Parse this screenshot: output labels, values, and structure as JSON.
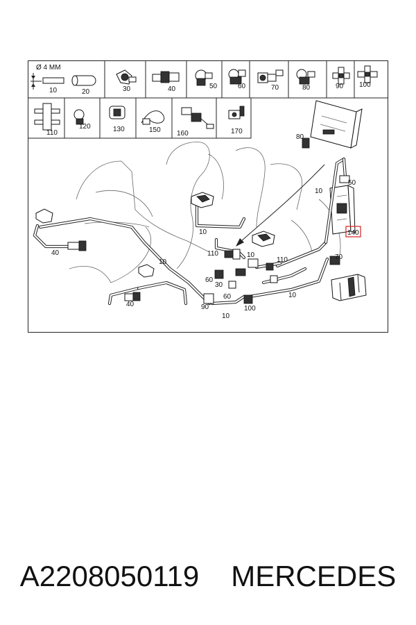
{
  "diagram": {
    "diameter_label": "Ø 4 MM",
    "header_row1": [
      "10",
      "20",
      "30",
      "40",
      "50",
      "60",
      "70",
      "80",
      "90",
      "100"
    ],
    "header_row2": [
      "110",
      "120",
      "130",
      "150",
      "160",
      "170"
    ],
    "callouts": {
      "part_80": "80",
      "part_50": "50",
      "part_140": "140",
      "tube_10_right": "10",
      "tube_10_center": "10",
      "tube_10_mid": "10",
      "tube_10_left": "10",
      "part_40_left": "40",
      "part_40_lower": "40",
      "part_110_a": "110",
      "part_110_b": "110",
      "part_60_a": "60",
      "part_30": "30",
      "part_60_b": "60",
      "part_90": "90",
      "tube_10_bottom": "10",
      "part_100": "100",
      "tube_10_lower_right": "10",
      "part_70": "70"
    },
    "highlight_color": "#d42020"
  },
  "caption": {
    "part_number": "A2208050119",
    "brand": "MERCEDES"
  }
}
